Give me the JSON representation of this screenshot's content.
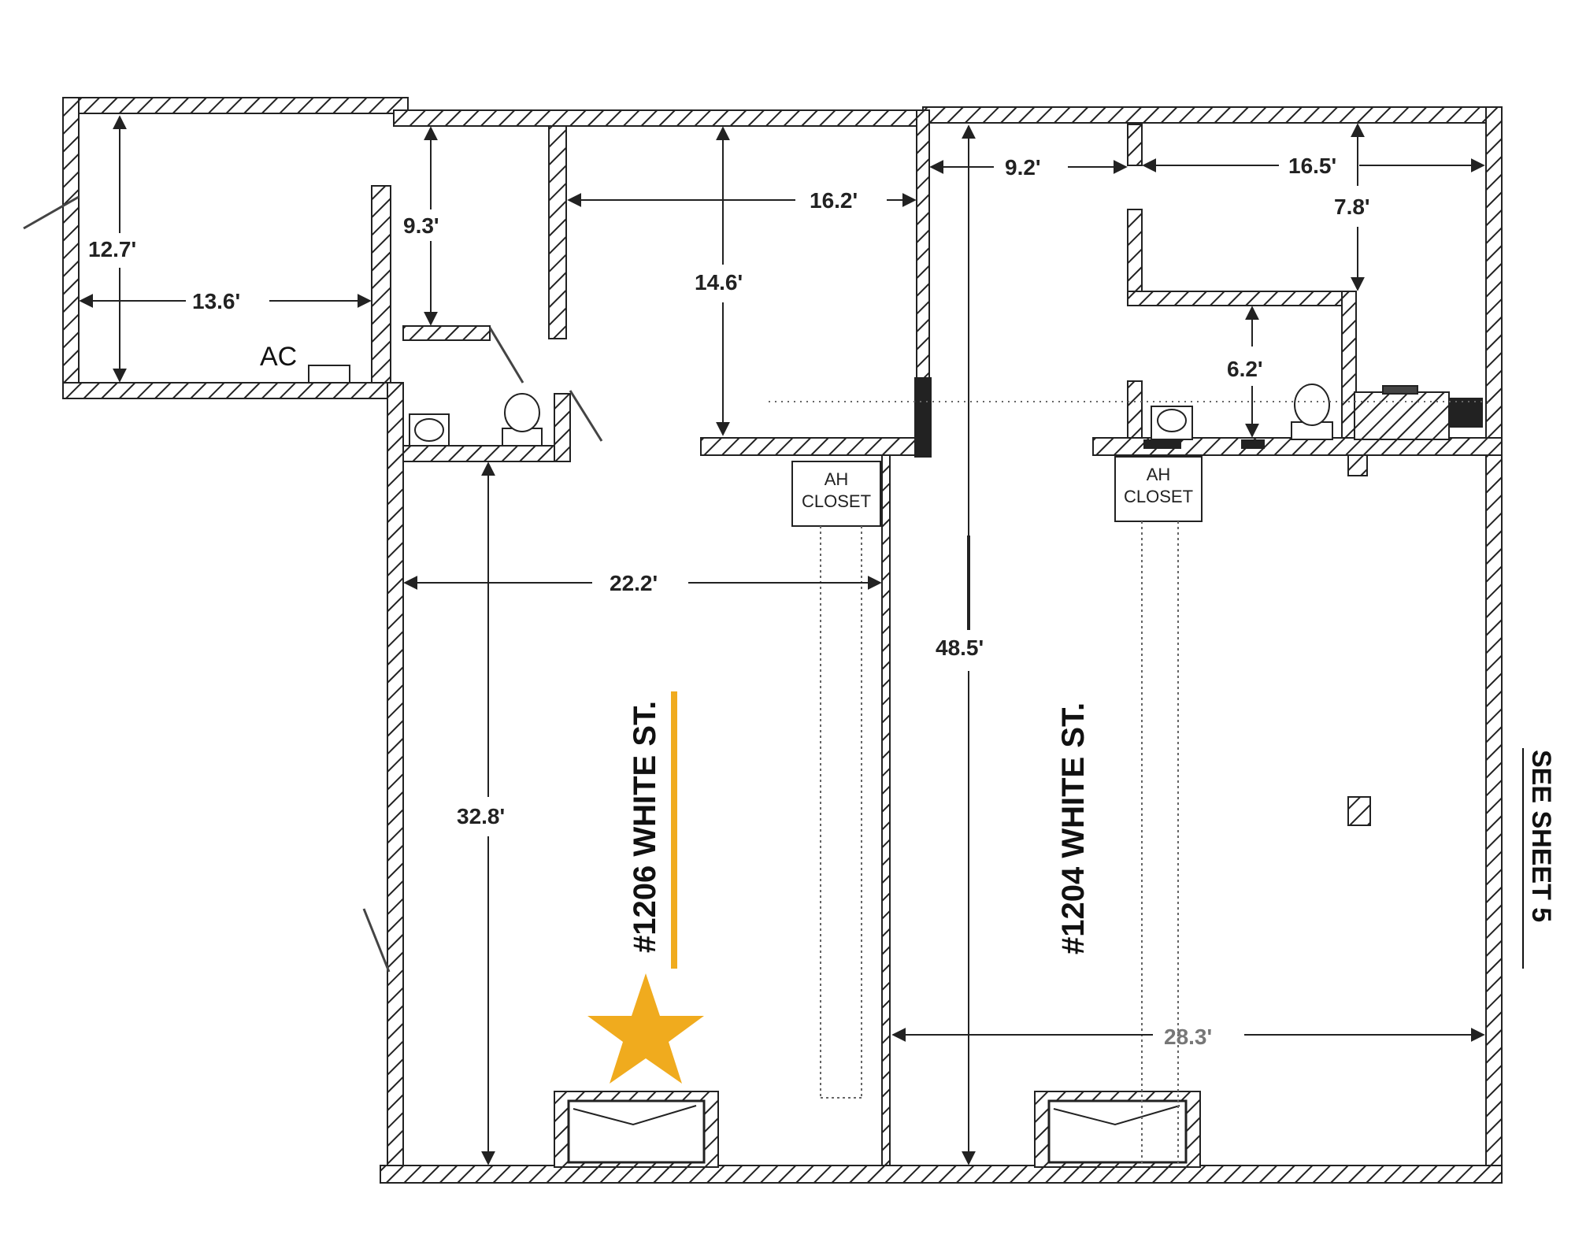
{
  "units": [
    {
      "address": "#1206 WHITE ST.",
      "marked_with_star": true,
      "accent_color": "#f0ab1e"
    },
    {
      "address": "#1204 WHITE ST.",
      "marked_with_star": false
    }
  ],
  "labels": {
    "ac": "AC",
    "ah_closet_left": [
      "AH",
      "CLOSET"
    ],
    "ah_closet_right": [
      "AH",
      "CLOSET"
    ],
    "see_sheet": "SEE  SHEET 5"
  },
  "dimensions": {
    "d_12_7": "12.7'",
    "d_13_6": "13.6'",
    "d_9_3": "9.3'",
    "d_16_2": "16.2'",
    "d_14_6": "14.6'",
    "d_22_2": "22.2'",
    "d_32_8": "32.8'",
    "d_9_2": "9.2'",
    "d_16_5": "16.5'",
    "d_7_8": "7.8'",
    "d_6_2": "6.2'",
    "d_48_5": "48.5'",
    "d_28_3": "28.3'"
  },
  "colors": {
    "wall": "#222222",
    "accent": "#f0ab1e",
    "background": "#ffffff"
  }
}
